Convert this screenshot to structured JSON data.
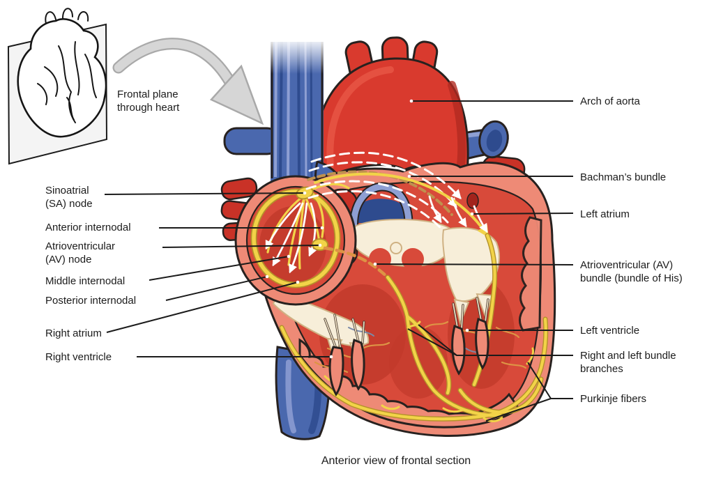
{
  "meta": {
    "caption": "Anterior view of frontal section"
  },
  "inset": {
    "label": "Frontal plane\nthrough heart"
  },
  "labels": {
    "left": [
      {
        "id": "sinoatrial-node",
        "text": "Sinoatrial\n(SA) node"
      },
      {
        "id": "anterior-internodal",
        "text": "Anterior internodal"
      },
      {
        "id": "atrioventricular-node",
        "text": "Atrioventricular\n(AV) node"
      },
      {
        "id": "middle-internodal",
        "text": "Middle internodal"
      },
      {
        "id": "posterior-internodal",
        "text": "Posterior internodal"
      },
      {
        "id": "right-atrium",
        "text": "Right atrium"
      },
      {
        "id": "right-ventricle",
        "text": "Right ventricle"
      }
    ],
    "right": [
      {
        "id": "arch-of-aorta",
        "text": "Arch of aorta"
      },
      {
        "id": "bachmans-bundle",
        "text": "Bachman’s bundle"
      },
      {
        "id": "left-atrium",
        "text": "Left atrium"
      },
      {
        "id": "av-bundle",
        "text": "Atrioventricular (AV)\nbundle (bundle of His)"
      },
      {
        "id": "left-ventricle",
        "text": "Left ventricle"
      },
      {
        "id": "bundle-branches",
        "text": "Right and left bundle\nbranches"
      },
      {
        "id": "purkinje-fibers",
        "text": "Purkinje fibers"
      }
    ]
  },
  "colors": {
    "red": "#d93a2e",
    "red-dark": "#b22a20",
    "red-deep": "#c93227",
    "interior": "#d84a3a",
    "interior-dark": "#c2392b",
    "salmon": "#ee8a76",
    "salmon-light": "#f5b09c",
    "cream": "#f7eed9",
    "cream-edge": "#cfb183",
    "yellow": "#f2d348",
    "yellow-deep": "#b4922a",
    "orange": "#dd9445",
    "tan-dash": "#c0914e",
    "blue": "#4a68ae",
    "blue-dark": "#2e4b8e",
    "blue-light": "#8e9fd3",
    "arrow-gray": "#d6d6d6",
    "arrow-gray-edge": "#a9a9a9",
    "ink": "#1b1b1b",
    "outline": "#27211f"
  }
}
